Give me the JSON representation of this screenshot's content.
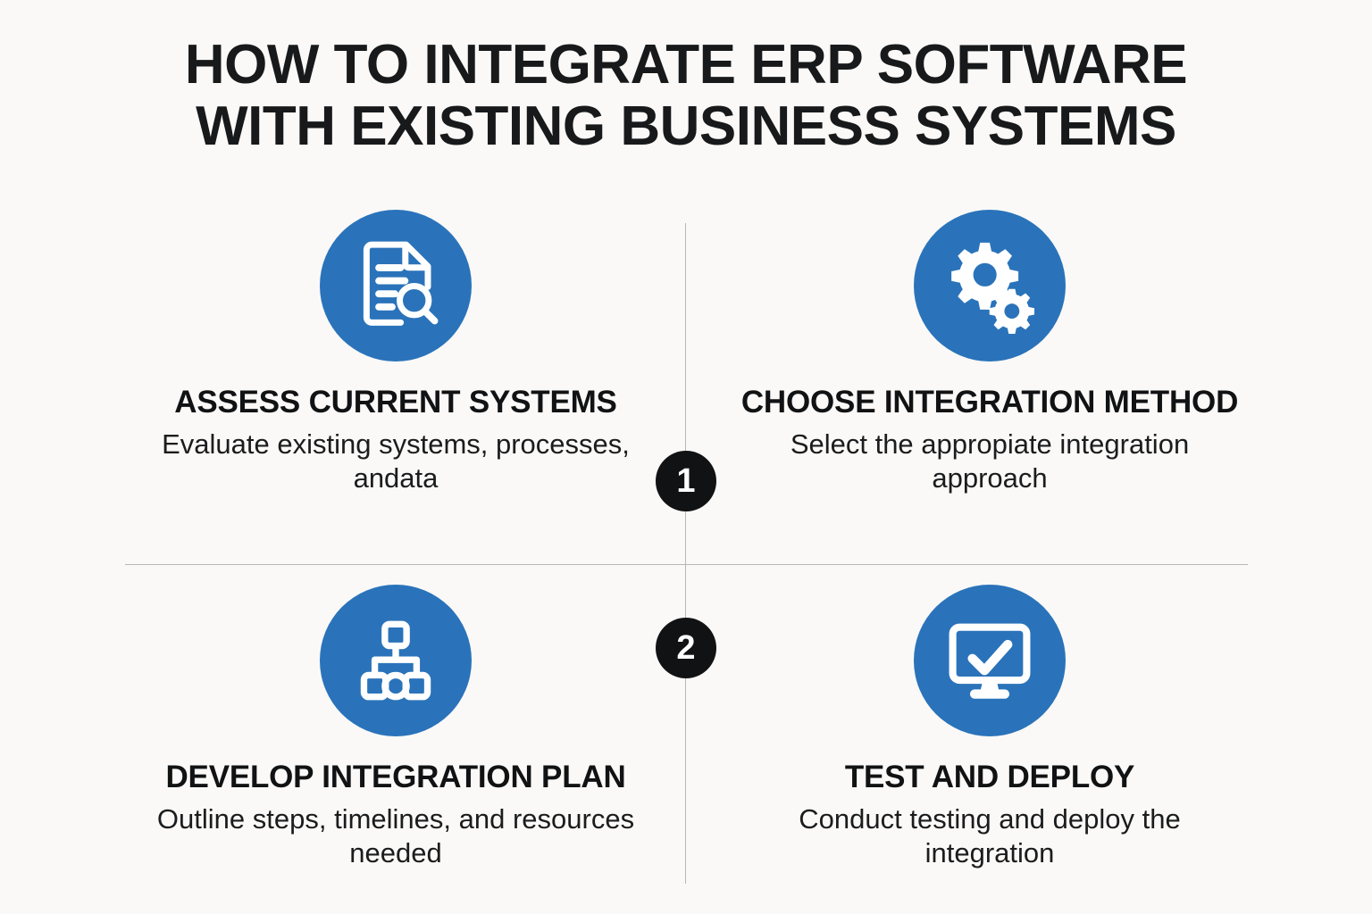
{
  "title": {
    "line1": "HOW TO INTEGRATE ERP SOFTWARE",
    "line2": "WITH EXISTING BUSINESS SYSTEMS"
  },
  "colors": {
    "background": "#faf9f7",
    "icon_circle": "#2a73ba",
    "badge": "#111214",
    "text": "#111214",
    "divider": "#b9b7b4"
  },
  "steps": [
    {
      "number": "1",
      "icon": "document-search-icon",
      "heading": "ASSESS CURRENT SYSTEMS",
      "body": "Evaluate existing systems, processes, andata"
    },
    {
      "number": "2",
      "icon": "gears-icon",
      "heading": "CHOOSE INTEGRATION METHOD",
      "body": "Select the appropiate integration approach"
    },
    {
      "number": "",
      "icon": "hierarchy-icon",
      "heading": "DEVELOP INTEGRATION PLAN",
      "body": "Outline steps, timelines, and resources needed"
    },
    {
      "number": "",
      "icon": "monitor-check-icon",
      "heading": "TEST AND DEPLOY",
      "body": "Conduct testing and deploy the integration"
    }
  ],
  "badges": [
    {
      "label": "1"
    },
    {
      "label": "2"
    }
  ]
}
